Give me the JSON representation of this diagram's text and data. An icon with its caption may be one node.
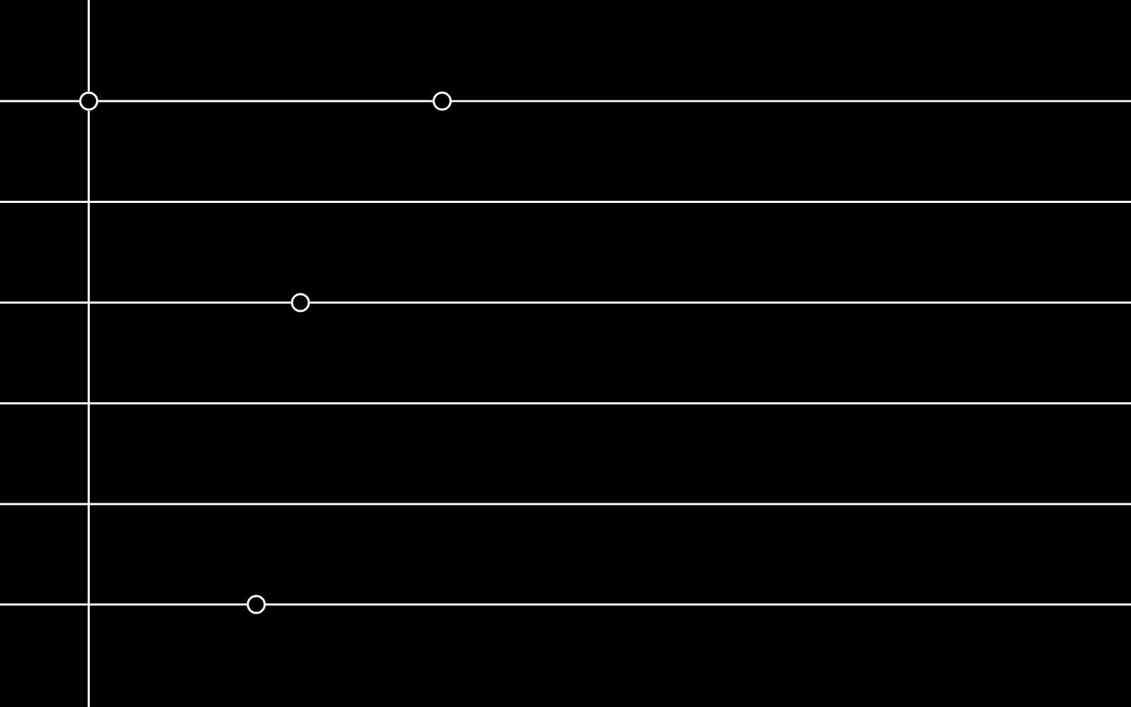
{
  "diagram": {
    "nodes": [
      {
        "text": [],
        "shape": "circle"
      },
      {
        "text": [],
        "shape": "circle"
      },
      {
        "text": [],
        "shape": "circle"
      },
      {
        "text": [],
        "shape": "circle"
      }
    ],
    "edges": [
      {
        "from": null,
        "to": 0,
        "arrow": "none"
      },
      {
        "from": 0,
        "to": 1,
        "arrow": "none"
      },
      {
        "from": 1,
        "to": null,
        "arrow": "none"
      },
      {
        "from": null,
        "to": 0,
        "arrow": "none"
      },
      {
        "from": 0,
        "to": null,
        "arrow": "none"
      },
      {
        "from": null,
        "to": 2,
        "arrow": "none"
      },
      {
        "from": 2,
        "to": null,
        "arrow": "none"
      },
      {
        "from": null,
        "to": 3,
        "arrow": "none"
      },
      {
        "from": 3,
        "to": null,
        "arrow": "none"
      }
    ]
  }
}
